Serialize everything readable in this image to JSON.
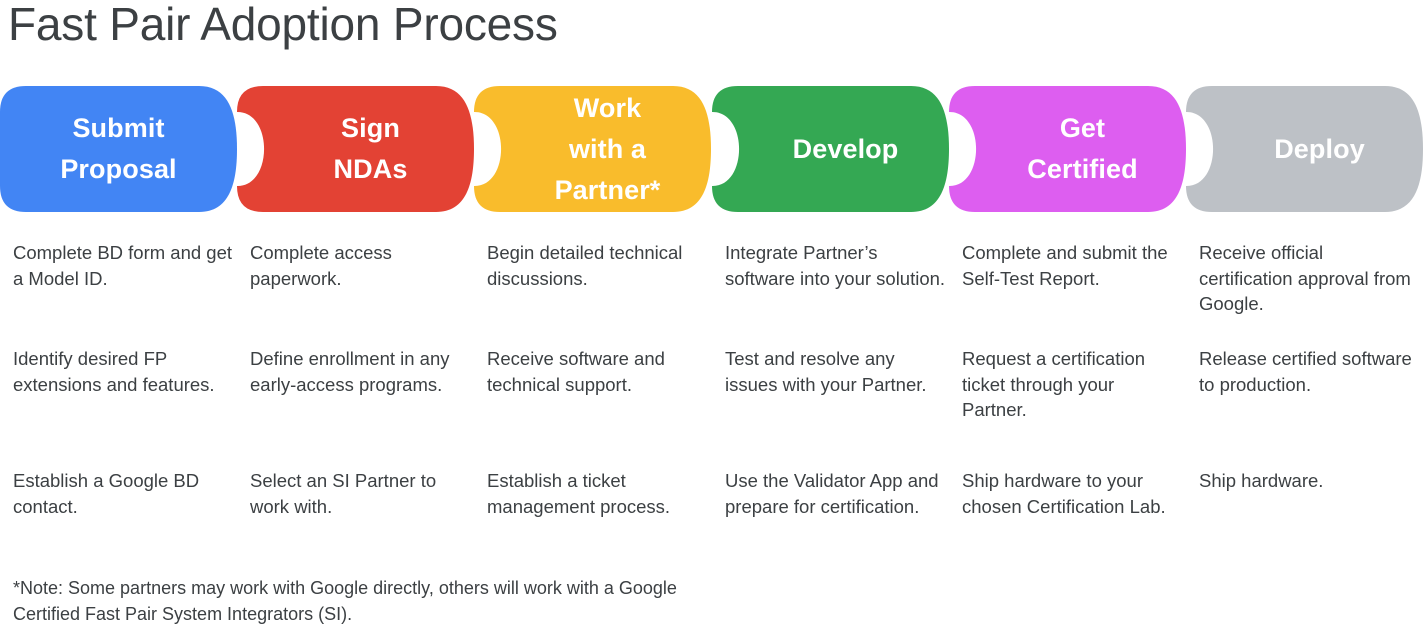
{
  "page": {
    "title": "Fast Pair Adoption Process",
    "footnote": "*Note: Some partners may work with Google directly, others will work with a Google Certified Fast Pair System Integrators (SI)."
  },
  "colors": {
    "title_text": "#3c4043",
    "body_text": "#3c4043",
    "background": "#ffffff",
    "stage_blue": "#4285F4",
    "stage_red": "#E34234",
    "stage_yellow": "#F9BC2C",
    "stage_green": "#34A853",
    "stage_magenta": "#DD5EF0",
    "stage_gray": "#BDC1C6",
    "stage_label_text": "#ffffff"
  },
  "stages": [
    {
      "id": "submit-proposal",
      "label": "Submit\nProposal",
      "color": "#4285F4",
      "items": [
        "Complete BD form and get a Model ID.",
        "Identify desired FP extensions and features.",
        "Establish a Google BD contact."
      ]
    },
    {
      "id": "sign-ndas",
      "label": "Sign\nNDAs",
      "color": "#E34234",
      "items": [
        "Complete access paperwork.",
        "Define enrollment in any early-access programs.",
        "Select an SI Partner to work with."
      ]
    },
    {
      "id": "work-with-a-partner",
      "label": "Work\nwith a\nPartner*",
      "color": "#F9BC2C",
      "items": [
        "Begin detailed technical discussions.",
        "Receive software and technical support.",
        "Establish a ticket management process."
      ]
    },
    {
      "id": "develop",
      "label": "Develop",
      "color": "#34A853",
      "items": [
        "Integrate Partner’s software into your solution.",
        "Test and resolve any issues with your Partner.",
        "Use the Validator App and prepare for certification."
      ]
    },
    {
      "id": "get-certified",
      "label": "Get\nCertified",
      "color": "#DD5EF0",
      "items": [
        "Complete and submit the Self-Test Report.",
        "Request a certification ticket through your Partner.",
        "Ship hardware to your chosen Certification Lab."
      ]
    },
    {
      "id": "deploy",
      "label": "Deploy",
      "color": "#BDC1C6",
      "items": [
        "Receive official certification approval from Google.",
        "Release certified software to production.",
        "Ship hardware."
      ]
    }
  ]
}
